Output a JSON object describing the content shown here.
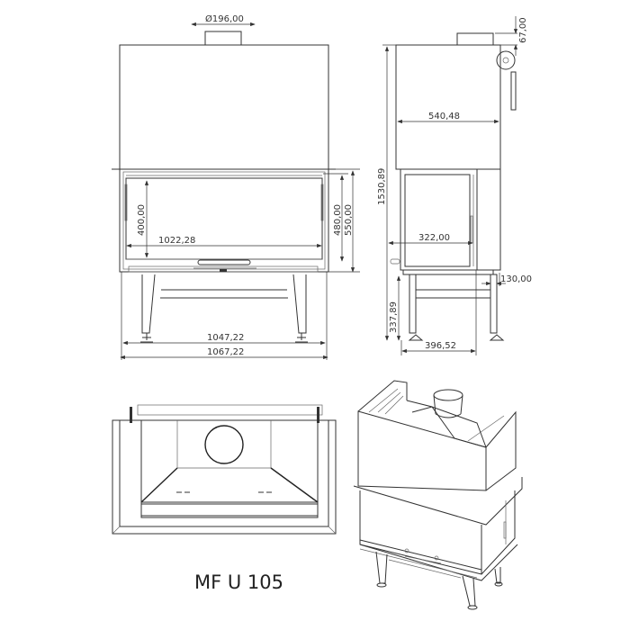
{
  "title": "MF U 105",
  "colors": {
    "line": "#333333",
    "background": "#ffffff"
  },
  "views": {
    "front": {
      "flue_diameter": "Ø196,00",
      "glass_width": "1022,28",
      "glass_height": "400,00",
      "door_height_inner": "480,00",
      "door_height_outer": "550,00",
      "width_between_feet": "1047,22",
      "overall_width": "1067,22"
    },
    "side": {
      "flue_offset": "67,00",
      "depth": "540,48",
      "overall_height": "1530,89",
      "side_glass_width": "322,00",
      "leg_height": "337,89",
      "leg_offset": "130,00",
      "leg_span": "396,52"
    },
    "top": {},
    "isometric": {}
  }
}
